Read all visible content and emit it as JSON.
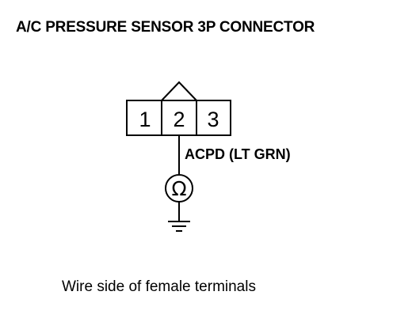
{
  "title": "A/C PRESSURE SENSOR 3P CONNECTOR",
  "connector": {
    "terminals": [
      "1",
      "2",
      "3"
    ]
  },
  "wire": {
    "label": "ACPD (LT GRN)"
  },
  "meter": {
    "symbol": "Ω"
  },
  "caption": "Wire side of female terminals",
  "colors": {
    "ink": "#000000",
    "background": "#ffffff"
  }
}
